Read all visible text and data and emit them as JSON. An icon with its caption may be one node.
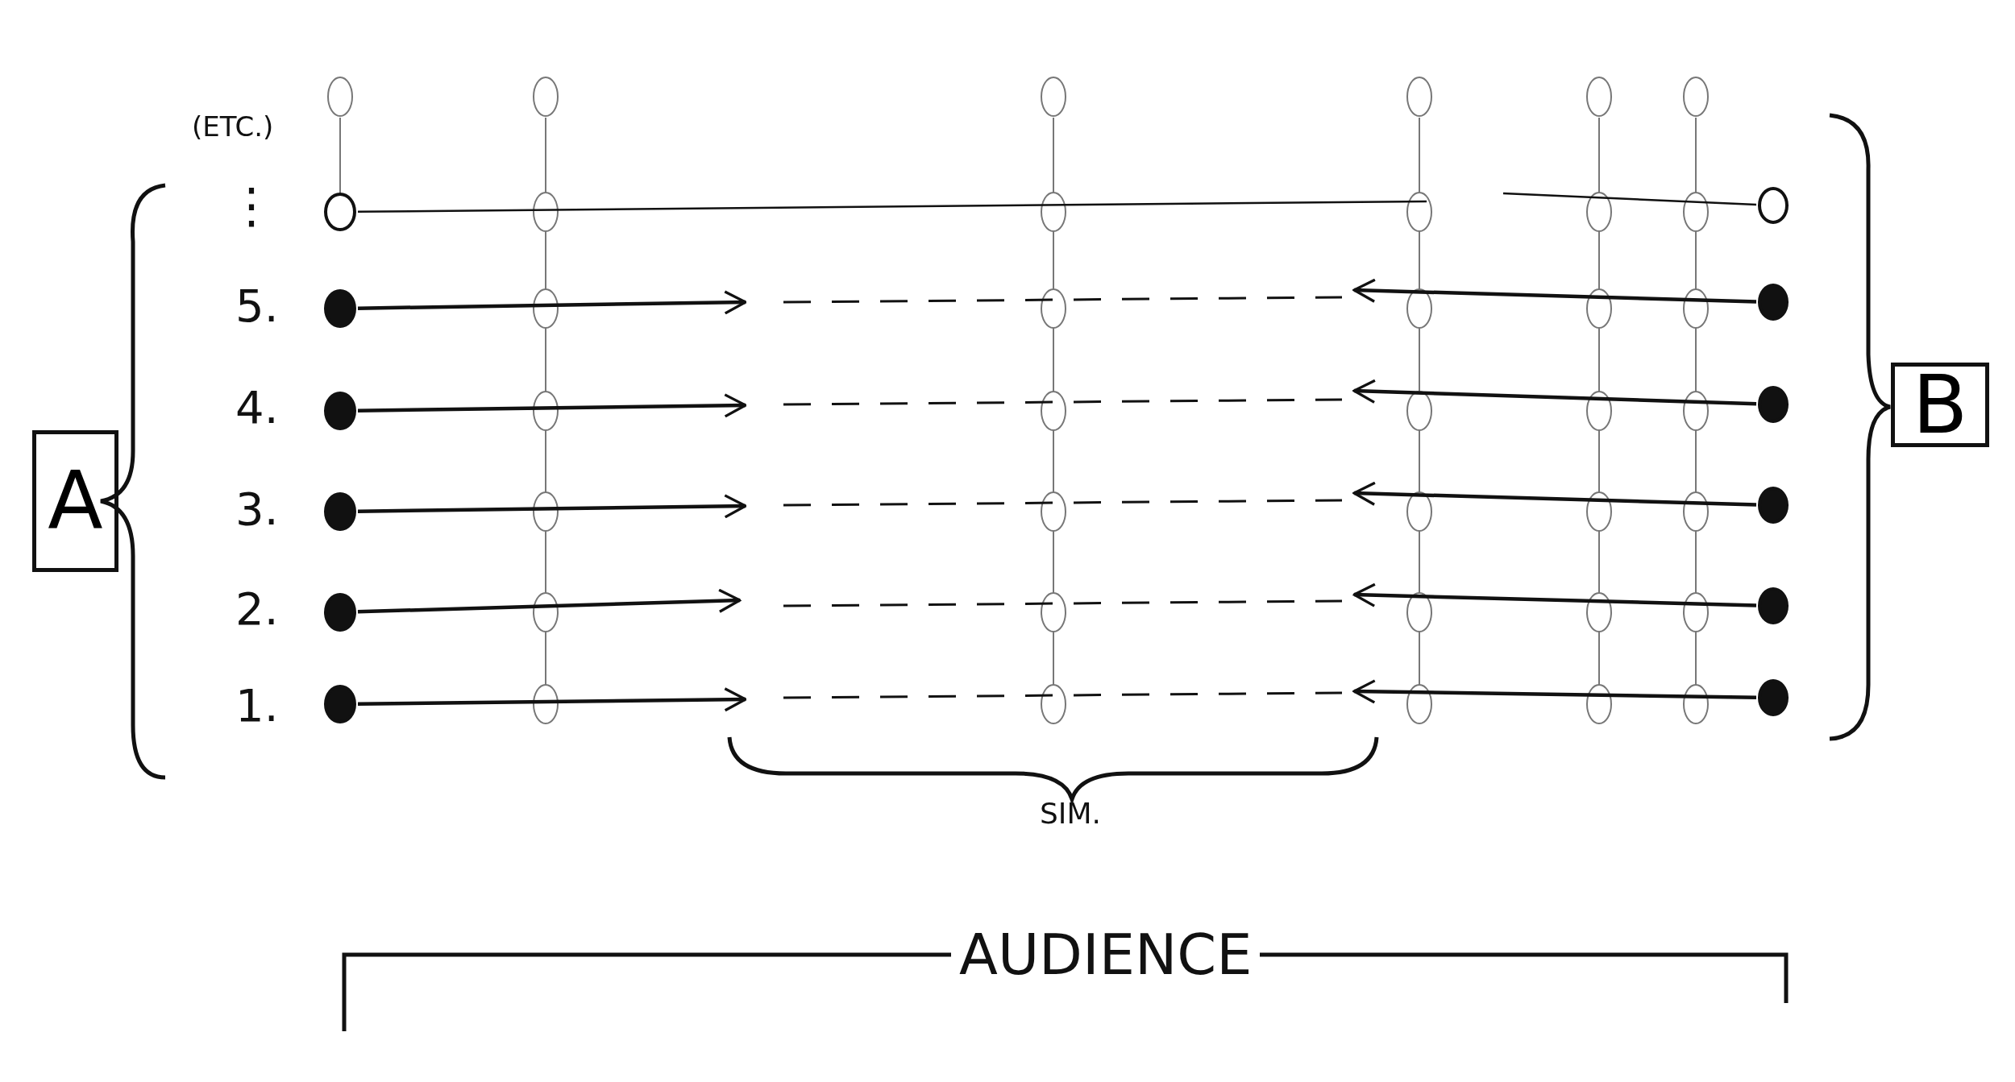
{
  "diagram": {
    "nodes": [
      {
        "text": [
          "A"
        ]
      },
      {
        "text": [
          "B"
        ]
      },
      {
        "text": [],
        "shape": "circle"
      },
      {
        "text": [],
        "shape": "circle"
      },
      {
        "text": [],
        "shape": "circle"
      },
      {
        "text": [],
        "shape": "circle"
      },
      {
        "text": [],
        "shape": "circle"
      },
      {
        "text": [],
        "shape": "circle"
      },
      {
        "text": [],
        "shape": "circle"
      },
      {
        "text": [],
        "shape": "circle"
      },
      {
        "text": [],
        "shape": "circle"
      },
      {
        "text": [],
        "shape": "circle"
      },
      {
        "text": [],
        "shape": "circle"
      },
      {
        "text": [],
        "shape": "circle"
      }
    ],
    "edges": [
      {
        "from": 2,
        "to": null,
        "arrow": "none"
      },
      {
        "from": 3,
        "to": null,
        "arrow": "to"
      },
      {
        "from": 4,
        "to": null,
        "arrow": "to"
      },
      {
        "from": 5,
        "to": null,
        "arrow": "to"
      },
      {
        "from": 6,
        "to": null,
        "arrow": "to"
      },
      {
        "from": 7,
        "to": null,
        "arrow": "to"
      },
      {
        "from": 8,
        "to": null,
        "arrow": "none"
      },
      {
        "from": 9,
        "to": null,
        "arrow": "to"
      },
      {
        "from": 10,
        "to": null,
        "arrow": "to"
      },
      {
        "from": 11,
        "to": null,
        "arrow": "to"
      },
      {
        "from": 12,
        "to": null,
        "arrow": "to"
      },
      {
        "from": 13,
        "to": null,
        "arrow": "to"
      }
    ],
    "labels": [
      "(ETC.)",
      "⋮",
      "5.",
      "4.",
      "3.",
      "2.",
      "1.",
      "SIM.",
      "AUDIENCE"
    ]
  }
}
